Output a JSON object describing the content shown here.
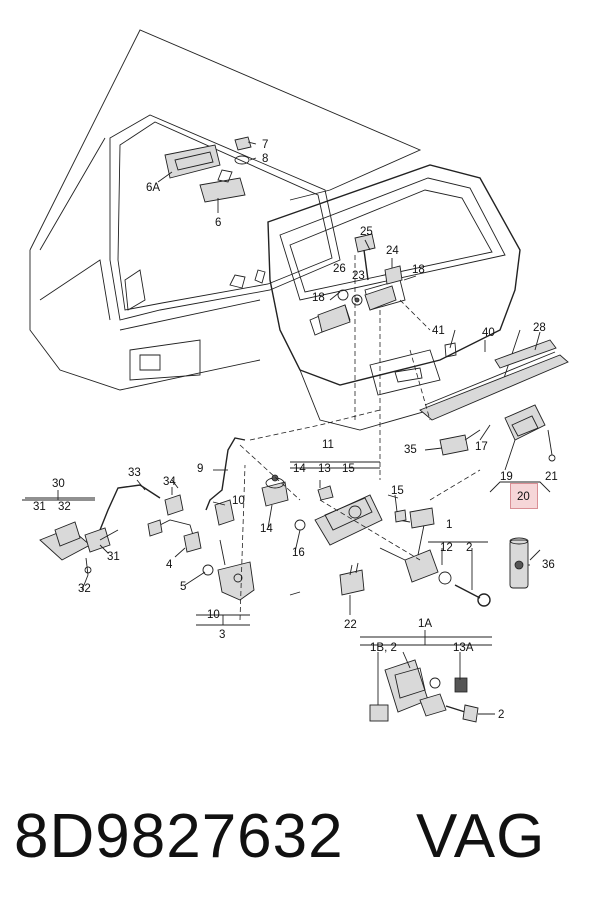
{
  "footer": {
    "part_number": "8D9827632",
    "brand": "VAG"
  },
  "highlight": {
    "label": "20",
    "color": "#f6d6d8"
  },
  "callouts": {
    "c1": "1",
    "c1A": "1A",
    "c1B2": "1B, 2",
    "c2a": "2",
    "c2b": "2",
    "c3": "3",
    "c4": "4",
    "c5": "5",
    "c6": "6",
    "c6A": "6A",
    "c7": "7",
    "c8": "8",
    "c9": "9",
    "c10a": "10",
    "c10b": "10",
    "c11": "11",
    "c12": "12",
    "c13": "13",
    "c13A": "13A",
    "c14a": "14",
    "c14b": "14",
    "c15a": "15",
    "c15b": "15",
    "c16": "16",
    "c17": "17",
    "c18a": "18",
    "c18b": "18",
    "c19": "19",
    "c21": "21",
    "c22": "22",
    "c23": "23",
    "c24": "24",
    "c25": "25",
    "c26": "26",
    "c28": "28",
    "c30": "30",
    "c31a": "31",
    "c31b": "31",
    "c32a": "32",
    "c32b": "32",
    "c33": "33",
    "c34": "34",
    "c35": "35",
    "c36": "36",
    "c40": "40",
    "c41": "41"
  }
}
